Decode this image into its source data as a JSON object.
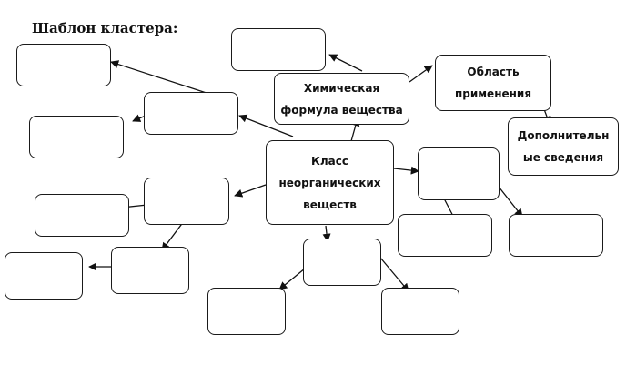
{
  "title": "Шаблон кластера:",
  "nodes": {
    "center": "Класс\nнеорганических\nвеществ",
    "formula": "Химическая\nформула вещества",
    "application": "Область\nприменения",
    "extra": "Дополнительн\nые сведения"
  }
}
